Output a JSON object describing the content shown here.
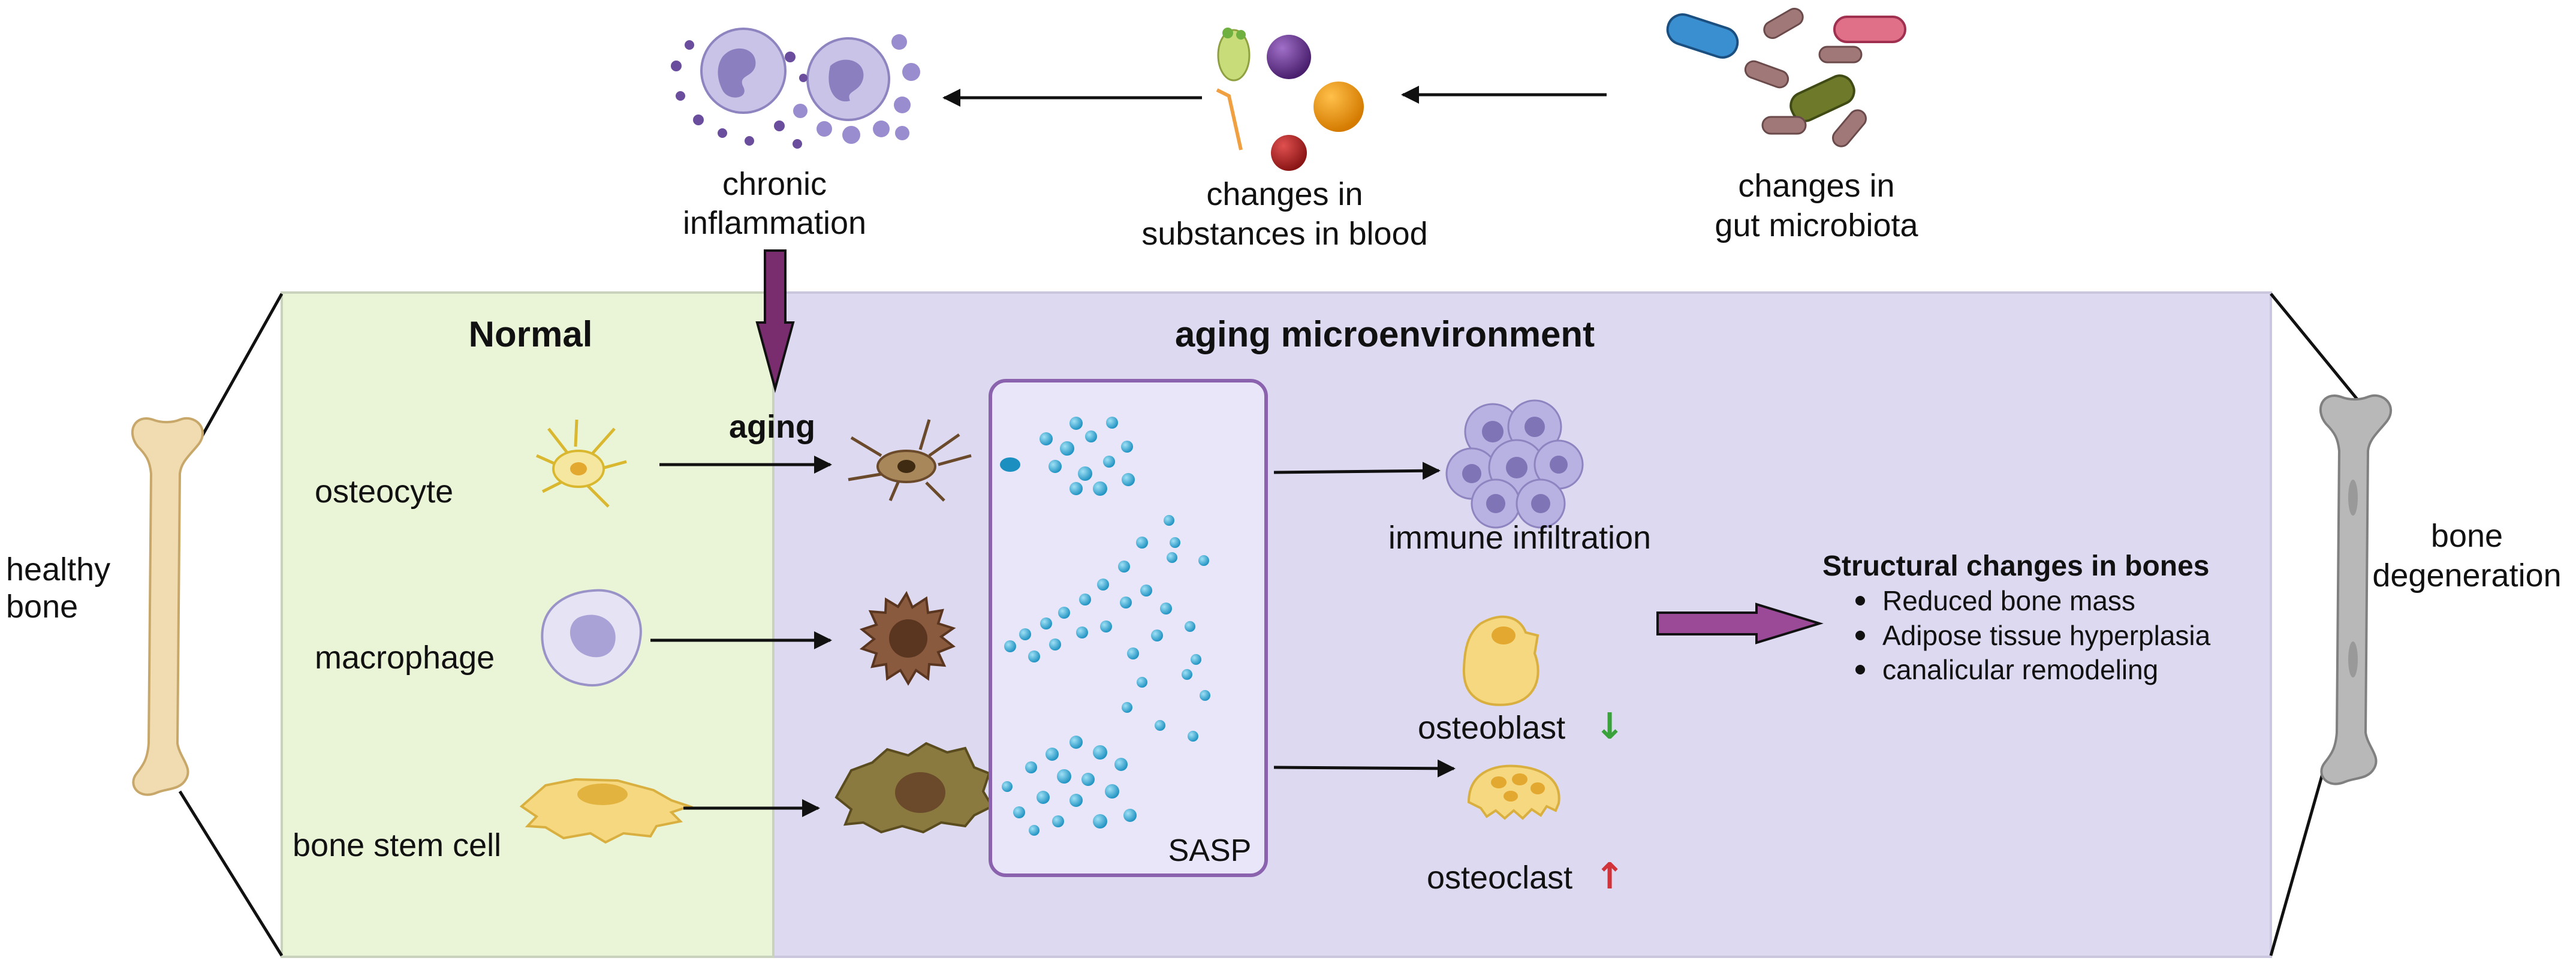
{
  "top_flow": {
    "inflammation_label": [
      "chronic",
      "inflammation"
    ],
    "blood_label": [
      "changes in",
      "substances in blood"
    ],
    "microbiota_label": [
      "changes in",
      "gut microbiota"
    ]
  },
  "panels": {
    "normal_title": "Normal",
    "aging_title": "aging microenvironment",
    "aging_arrow_label": "aging"
  },
  "cells": {
    "osteocyte": "osteocyte",
    "macrophage": "macrophage",
    "bone_stem_cell": "bone stem cell"
  },
  "sasp_label": "SASP",
  "outcomes": {
    "immune_infiltration": "immune infiltration",
    "osteoblast": "osteoblast",
    "osteoblast_trend": "↓",
    "osteoclast": "osteoclast",
    "osteoclast_trend": "↑"
  },
  "structural_changes": {
    "title": "Structural changes in bones",
    "items": [
      "Reduced bone mass",
      "Adipose tissue hyperplasia",
      "canalicular remodeling"
    ]
  },
  "bones": {
    "healthy": [
      "healthy",
      "bone"
    ],
    "degenerated": [
      "bone",
      "degeneration"
    ]
  },
  "colors": {
    "normal_bg": "#eaf5d8",
    "aging_bg": "#dcd9f0",
    "purple_arrow": "#7a2d6e",
    "sasp_border": "#8a62ad",
    "trend_down": "#3aa23a",
    "trend_up": "#d0343a"
  }
}
